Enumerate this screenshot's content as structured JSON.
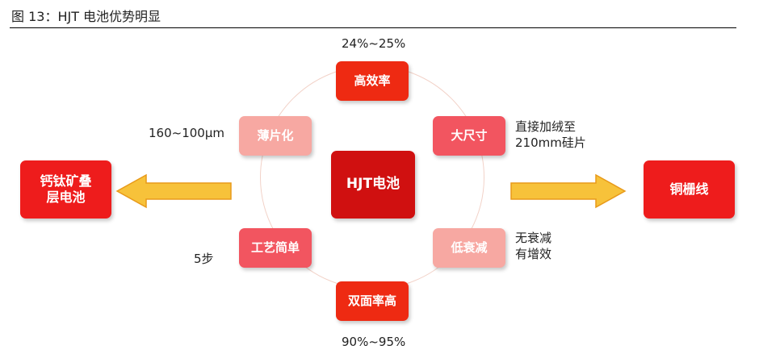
{
  "title": "图 13：HJT 电池优势明显",
  "center": {
    "label": "HJT电池",
    "color": "#d01010"
  },
  "nodes": {
    "top": {
      "label": "高效率",
      "color": "#ee2a12"
    },
    "upper_right": {
      "label": "大尺寸",
      "color": "#f25560"
    },
    "lower_right": {
      "label": "低衰减",
      "color": "#f7a8a2"
    },
    "bottom": {
      "label": "双面率高",
      "color": "#ee2a12"
    },
    "lower_left": {
      "label": "工艺简单",
      "color": "#f25560"
    },
    "upper_left": {
      "label": "薄片化",
      "color": "#f7a8a2"
    }
  },
  "annotations": {
    "top": "24%~25%",
    "upper_right_line1": "直接加绒至",
    "upper_right_line2": "210mm硅片",
    "lower_right_line1": "无衰减",
    "lower_right_line2": "有增效",
    "bottom": "90%~95%",
    "lower_left": "5步",
    "upper_left": "160~100μm"
  },
  "left_target": {
    "line1": "钙钛矿叠",
    "line2": "层电池",
    "color": "#ee1c1c"
  },
  "right_target": {
    "label": "铜栅线",
    "color": "#ee1c1c"
  },
  "arrow_color": "#f7c23a",
  "arrow_border": "#e89a1a"
}
